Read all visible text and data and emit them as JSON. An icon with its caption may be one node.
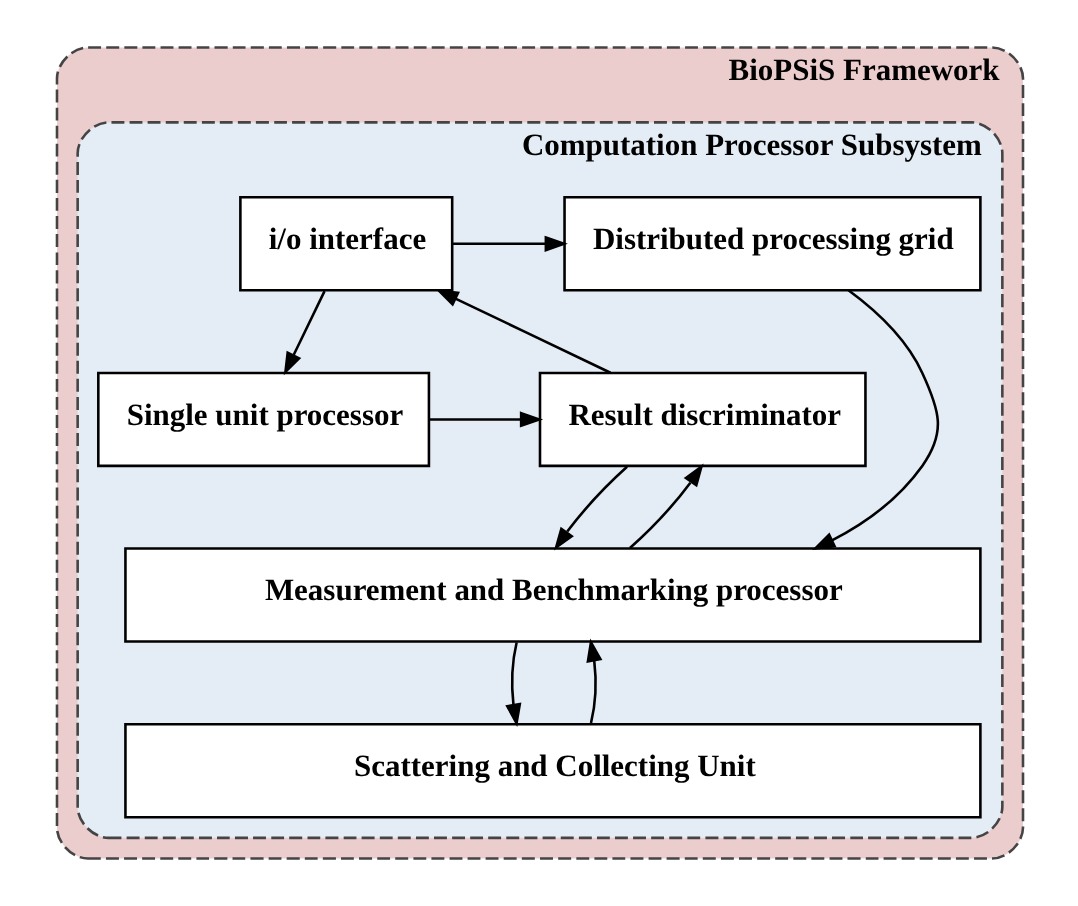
{
  "diagram": {
    "nodes": [
      {
        "text": [
          "BioPSiS Framework"
        ]
      },
      {
        "text": [
          "Computation Processor Subsystem"
        ],
        "in": 0
      },
      {
        "text": [
          "i/o interface"
        ],
        "in": 1
      },
      {
        "text": [
          "Distributed processing grid"
        ],
        "in": 1
      },
      {
        "text": [
          "Single unit processor"
        ],
        "in": 1
      },
      {
        "text": [
          "Result discriminator"
        ],
        "in": 1
      },
      {
        "text": [
          "Measurement and Benchmarking processor"
        ],
        "in": 1
      },
      {
        "text": [
          "Scattering and Collecting Unit"
        ],
        "in": 1
      }
    ],
    "edges": [
      {
        "from": 2,
        "to": 3,
        "arrow": "to"
      },
      {
        "from": 2,
        "to": 4,
        "arrow": "to"
      },
      {
        "from": 5,
        "to": 2,
        "arrow": "to"
      },
      {
        "from": 4,
        "to": 5,
        "arrow": "to"
      },
      {
        "from": 3,
        "to": 6,
        "arrow": "to"
      },
      {
        "from": 5,
        "to": 6,
        "arrow": "to"
      },
      {
        "from": 6,
        "to": 5,
        "arrow": "to"
      },
      {
        "from": 6,
        "to": 7,
        "arrow": "to"
      },
      {
        "from": 7,
        "to": 6,
        "arrow": "to"
      }
    ]
  }
}
